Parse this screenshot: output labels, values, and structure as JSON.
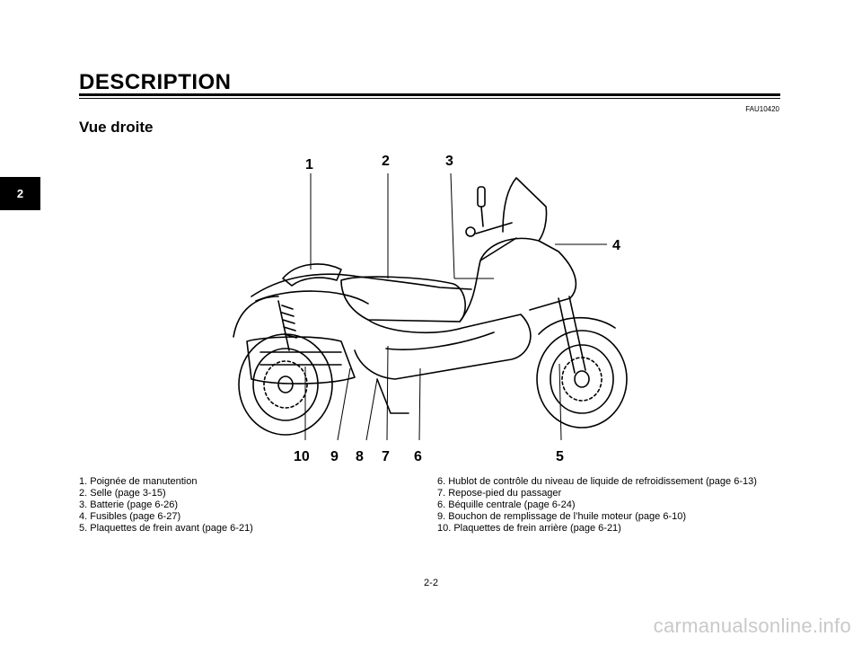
{
  "header": {
    "title": "DESCRIPTION"
  },
  "doc_code": "FAU10420",
  "section": {
    "title": "Vue droite"
  },
  "chapter_tab": "2",
  "callouts": [
    "1",
    "2",
    "3",
    "4",
    "5",
    "6",
    "7",
    "8",
    "9",
    "10"
  ],
  "legend": {
    "left": [
      "1. Poignée de manutention",
      "2. Selle (page 3-15)",
      "3. Batterie (page 6-26)",
      "4. Fusibles (page 6-27)",
      "5. Plaquettes de frein avant (page 6-21)"
    ],
    "right": [
      "6. Hublot de contrôle du niveau de liquide de refroidissement (page 6-13)",
      "7. Repose-pied du passager",
      "6. Béquille centrale (page 6-24)",
      "9. Bouchon de remplissage de l’huile moteur (page 6-10)",
      "10. Plaquettes de frein arrière (page 6-21)"
    ]
  },
  "page_number": "2-2",
  "watermark": "carmanualsonline.info"
}
